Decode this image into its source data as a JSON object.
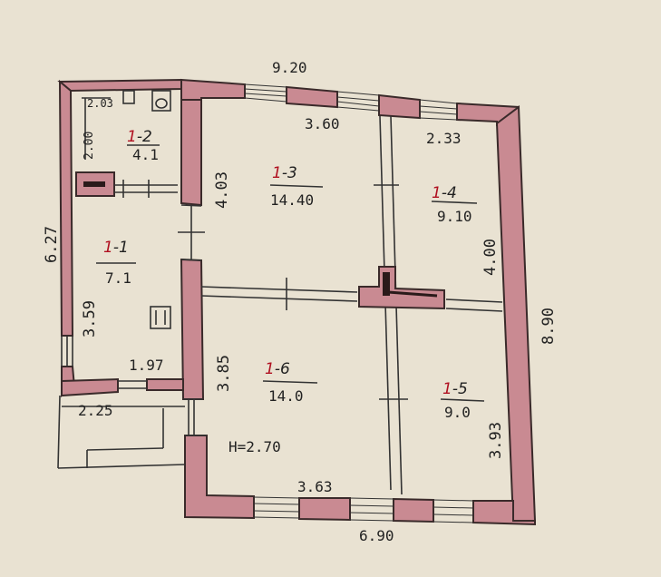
{
  "plan": {
    "height_label": "H=2.70",
    "dimensions": {
      "top_total": "9.20",
      "top_room3": "3.60",
      "top_room4": "2.33",
      "bottom_total": "6.90",
      "bottom_room6": "3.63",
      "right_total": "8.90",
      "left_total": "6.27",
      "room3_left": "4.03",
      "room4_right": "4.00",
      "room6_left": "3.85",
      "room5_right": "3.93",
      "room1_left": "3.59",
      "room1_bottom": "1.97",
      "porch_width": "2.25",
      "bath_w": "2.03",
      "bath_h": "2.00"
    },
    "rooms": [
      {
        "id": "1",
        "num": "2",
        "area": "4.1"
      },
      {
        "id": "1",
        "num": "1",
        "area": "7.1"
      },
      {
        "id": "1",
        "num": "3",
        "area": "14.40"
      },
      {
        "id": "1",
        "num": "4",
        "area": "9.10"
      },
      {
        "id": "1",
        "num": "6",
        "area": "14.0"
      },
      {
        "id": "1",
        "num": "5",
        "area": "9.0"
      }
    ],
    "colors": {
      "paper": "#e9e2d2",
      "wall": "#c98a92",
      "ink": "#222222",
      "room_number": "#b01020"
    }
  }
}
